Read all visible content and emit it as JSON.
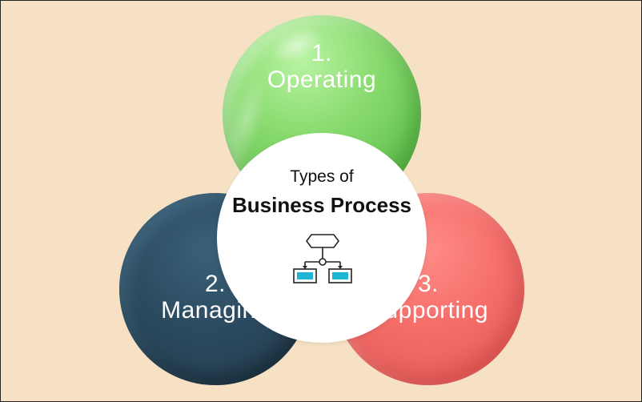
{
  "center": {
    "line1": "Types of",
    "line2": "Business Process",
    "icon": "flowchart-icon"
  },
  "circles": [
    {
      "number": "1.",
      "label": "Operating",
      "color": "#6cc956"
    },
    {
      "number": "2.",
      "label": "Managing",
      "color": "#2c4b60"
    },
    {
      "number": "3.",
      "label": "Supporting",
      "color": "#f56e6a"
    }
  ],
  "colors": {
    "background": "#f7e1c4",
    "icon_accent": "#1fb6d6"
  }
}
